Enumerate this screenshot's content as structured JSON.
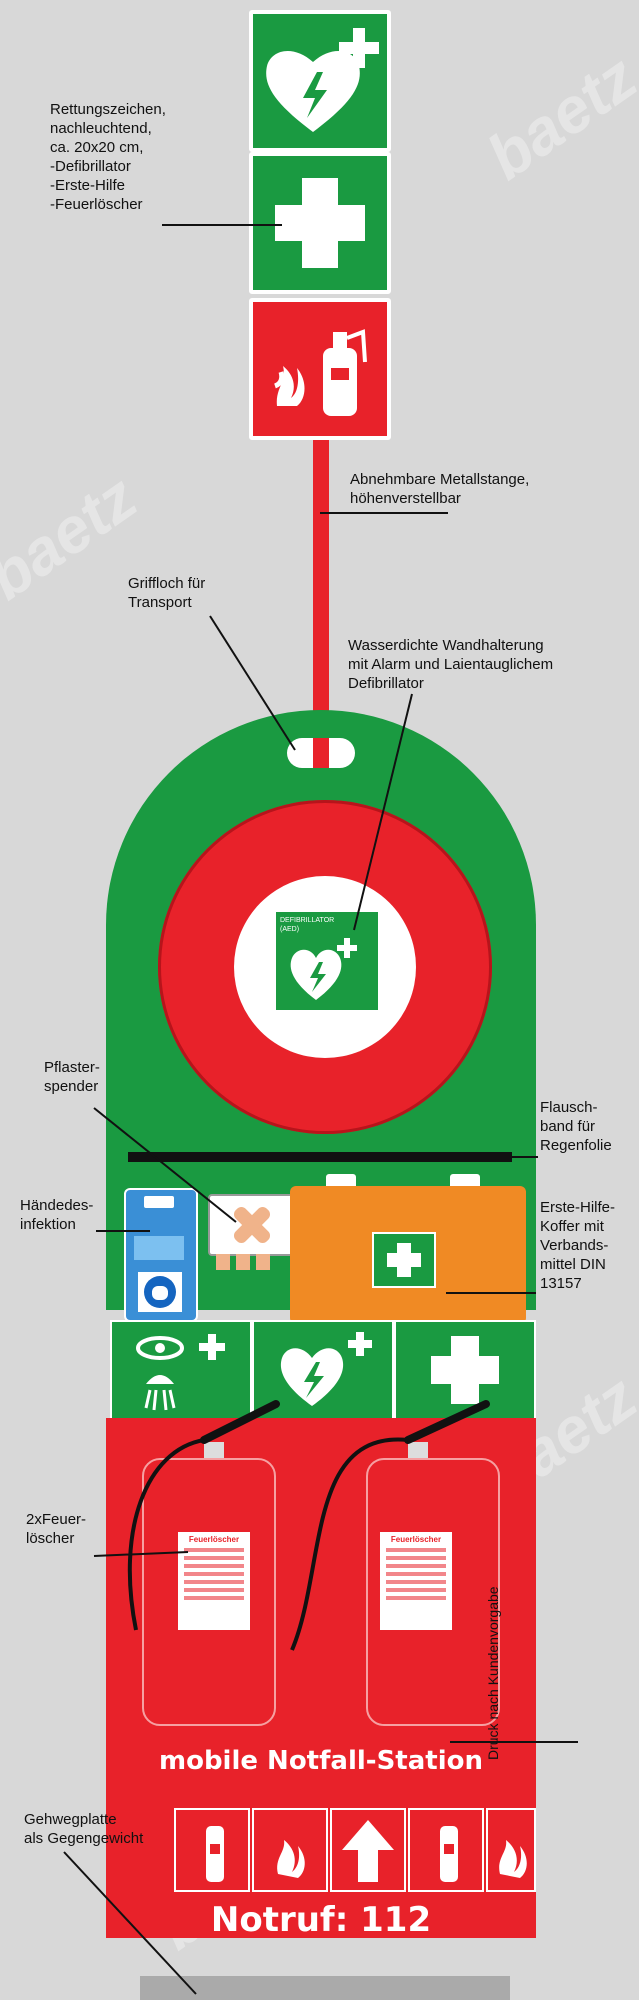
{
  "labels": {
    "signs": [
      "Rettungszeichen,",
      "nachleuchtend,",
      "ca. 20x20 cm,",
      "-Defibrillator",
      "-Erste-Hilfe",
      "-Feuerlöscher"
    ],
    "pole": [
      "Abnehmbare Metallstange,",
      "höhenverstellbar"
    ],
    "grip": [
      "Griffloch für",
      "Transport"
    ],
    "holder": [
      "Wasserdichte Wandhalterung",
      "mit Alarm und Laientauglichem",
      "Defibrillator"
    ],
    "plaster": [
      "Pflaster-",
      "spender"
    ],
    "strap": [
      "Flausch-",
      "band für",
      "Regenfolie"
    ],
    "hands": [
      "Händedes-",
      "infektion"
    ],
    "kit": [
      "Erste-Hilfe-",
      "Koffer mit",
      "Verbands-",
      "mittel DIN",
      "13157"
    ],
    "extinguishers": [
      "2xFeuer-",
      "löscher"
    ],
    "print": "Druck nach Kundenvorgabe",
    "slab": [
      "Gehwegplatte",
      "als Gegengewicht"
    ]
  },
  "station": {
    "aed_label_line1": "DEFIBRILLATOR",
    "aed_label_line2": "(AED)",
    "extinguisher_label": "Feuerlöscher",
    "name": "mobile Notfall-Station",
    "emergency": "Notruf: 112"
  },
  "watermark": "baetz",
  "colors": {
    "green": "#1a9a41",
    "red": "#e8222a",
    "orange": "#f08a24",
    "blue": "#3a8fd6"
  },
  "icons": [
    "aed-heart-icon",
    "first-aid-cross-icon",
    "fire-extinguisher-icon",
    "flame-icon",
    "eye-shower-icon",
    "arrow-up-icon",
    "hand-wash-icon"
  ]
}
